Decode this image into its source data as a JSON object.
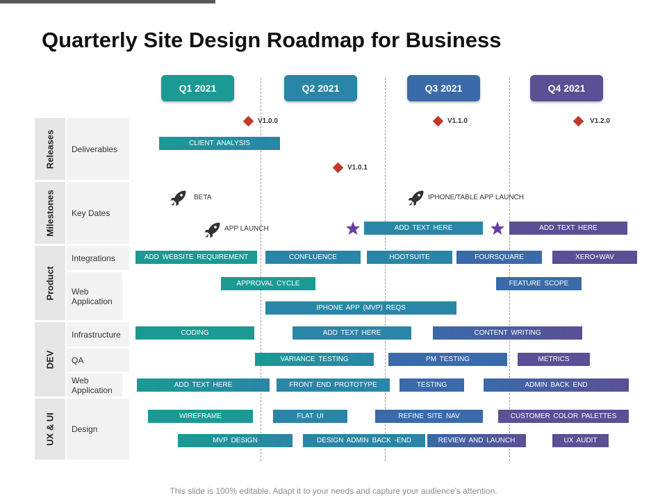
{
  "title": "Quarterly Site Design Roadmap for Business",
  "footer": "This slide is 100% editable. Adapt it to your needs and capture your audience's attention.",
  "quarters": [
    "Q1 2021",
    "Q2 2021",
    "Q3 2021",
    "Q4 2021"
  ],
  "categories": {
    "releases": "Releases",
    "milestones": "Milestones",
    "product": "Product",
    "dev": "DEV",
    "ux": "UX & UI"
  },
  "subcategories": {
    "deliverables": "Deliverables",
    "key_dates": "Key Dates",
    "integrations": "Integrations",
    "web_application": "Web Application",
    "infrastructure": "Infrastructure",
    "qa": "QA",
    "dev_web_application": "Web Application",
    "design": "Design"
  },
  "releases": [
    "V1.0.0",
    "V1.1.0",
    "V1.2.0",
    "V1.0.1"
  ],
  "milestones": {
    "beta": "BETA",
    "iphone_launch": "IPHONE/TABLE  APP LAUNCH",
    "app_launch": "APP LAUNCH"
  },
  "bars": {
    "client_analysis": "CLIENT  ANALYSIS",
    "key_add_1": "ADD TEXT  HERE",
    "key_add_2": "ADD TEXT  HERE",
    "website_req": "ADD WEBSITE  REQUIREMENT",
    "confluence": "CONFLUENCE",
    "hootsuite": "HOOTSUITE",
    "foursquare": "FOURSQUARE",
    "xero": "XERO+WAV",
    "approval_cycle": "APPROVAL CYCLE",
    "feature_scope": "FEATURE  SCOPE",
    "iphone_app": "IPHONE  APP (MVP)  REQS",
    "coding": "CODING",
    "infra_add": "ADD TEXT  HERE",
    "content_writing": "CONTENT  WRITING",
    "variance_testing": "VARIANCE TESTING",
    "pm_testing": "PM TESTING",
    "metrics": "METRICS",
    "dev_web_add": "ADD TEXT  HERE",
    "front_end": "FRONT END PROTOTYPE",
    "testing": "TESTING",
    "admin_back_end": "ADMIN BACK END",
    "wireframe": "WIREFRAME",
    "flat_ui": "FLAT UI",
    "refine_nav": "REFINE  SITE  NAV",
    "color_palettes": "CUSTOMER  COLOR PALETTES",
    "mvp_design": "MVP DESIGN",
    "design_admin": "DESIGN  ADMIN  BACK -END",
    "review_launch": "REVIEW  AND LAUNCH",
    "ux_audit": "UX AUDIT"
  },
  "colors": {
    "q1": "#1a9a93",
    "q2": "#2a86a6",
    "q3": "#3a6aa9",
    "q4": "#5b4f95",
    "diamond": "#c0392b",
    "star": "#6b3fa0",
    "rocket": "#333333"
  },
  "icons": [
    "diamond-icon",
    "rocket-icon",
    "star-icon"
  ]
}
